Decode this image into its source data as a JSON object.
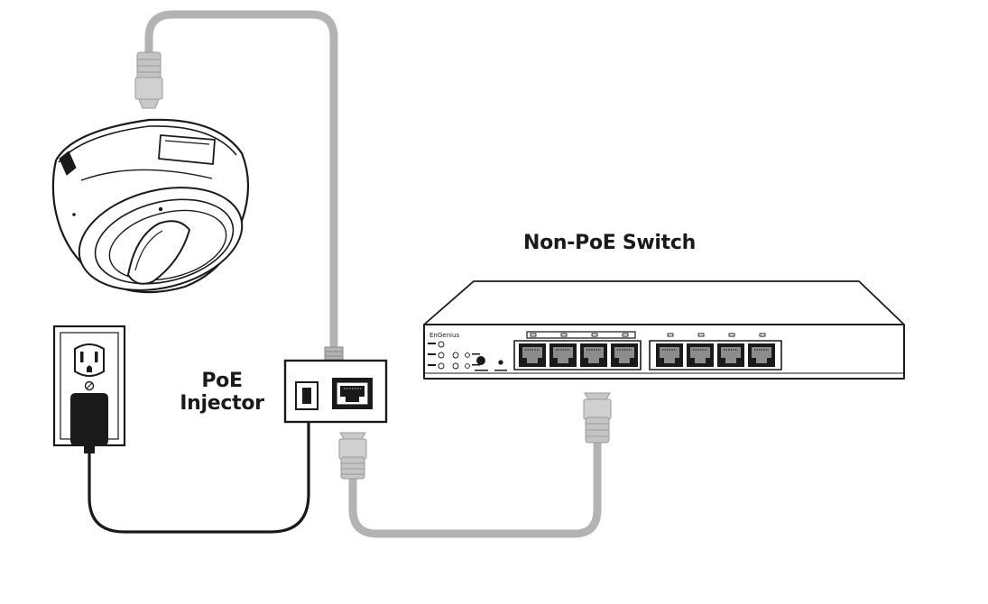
{
  "labels": {
    "switch_title": "Non-PoE Switch",
    "injector_line1": "PoE",
    "injector_line2": "Injector",
    "switch_brand": "EnGenius"
  },
  "colors": {
    "cable": "#b3b3b3",
    "outline": "#1a1a1a",
    "power_cord": "#1a1a1a"
  },
  "icons": [
    "dome-camera-icon",
    "wall-outlet-icon",
    "power-adapter-icon",
    "rj45-connector-icon",
    "network-switch-icon",
    "poe-injector-icon"
  ]
}
